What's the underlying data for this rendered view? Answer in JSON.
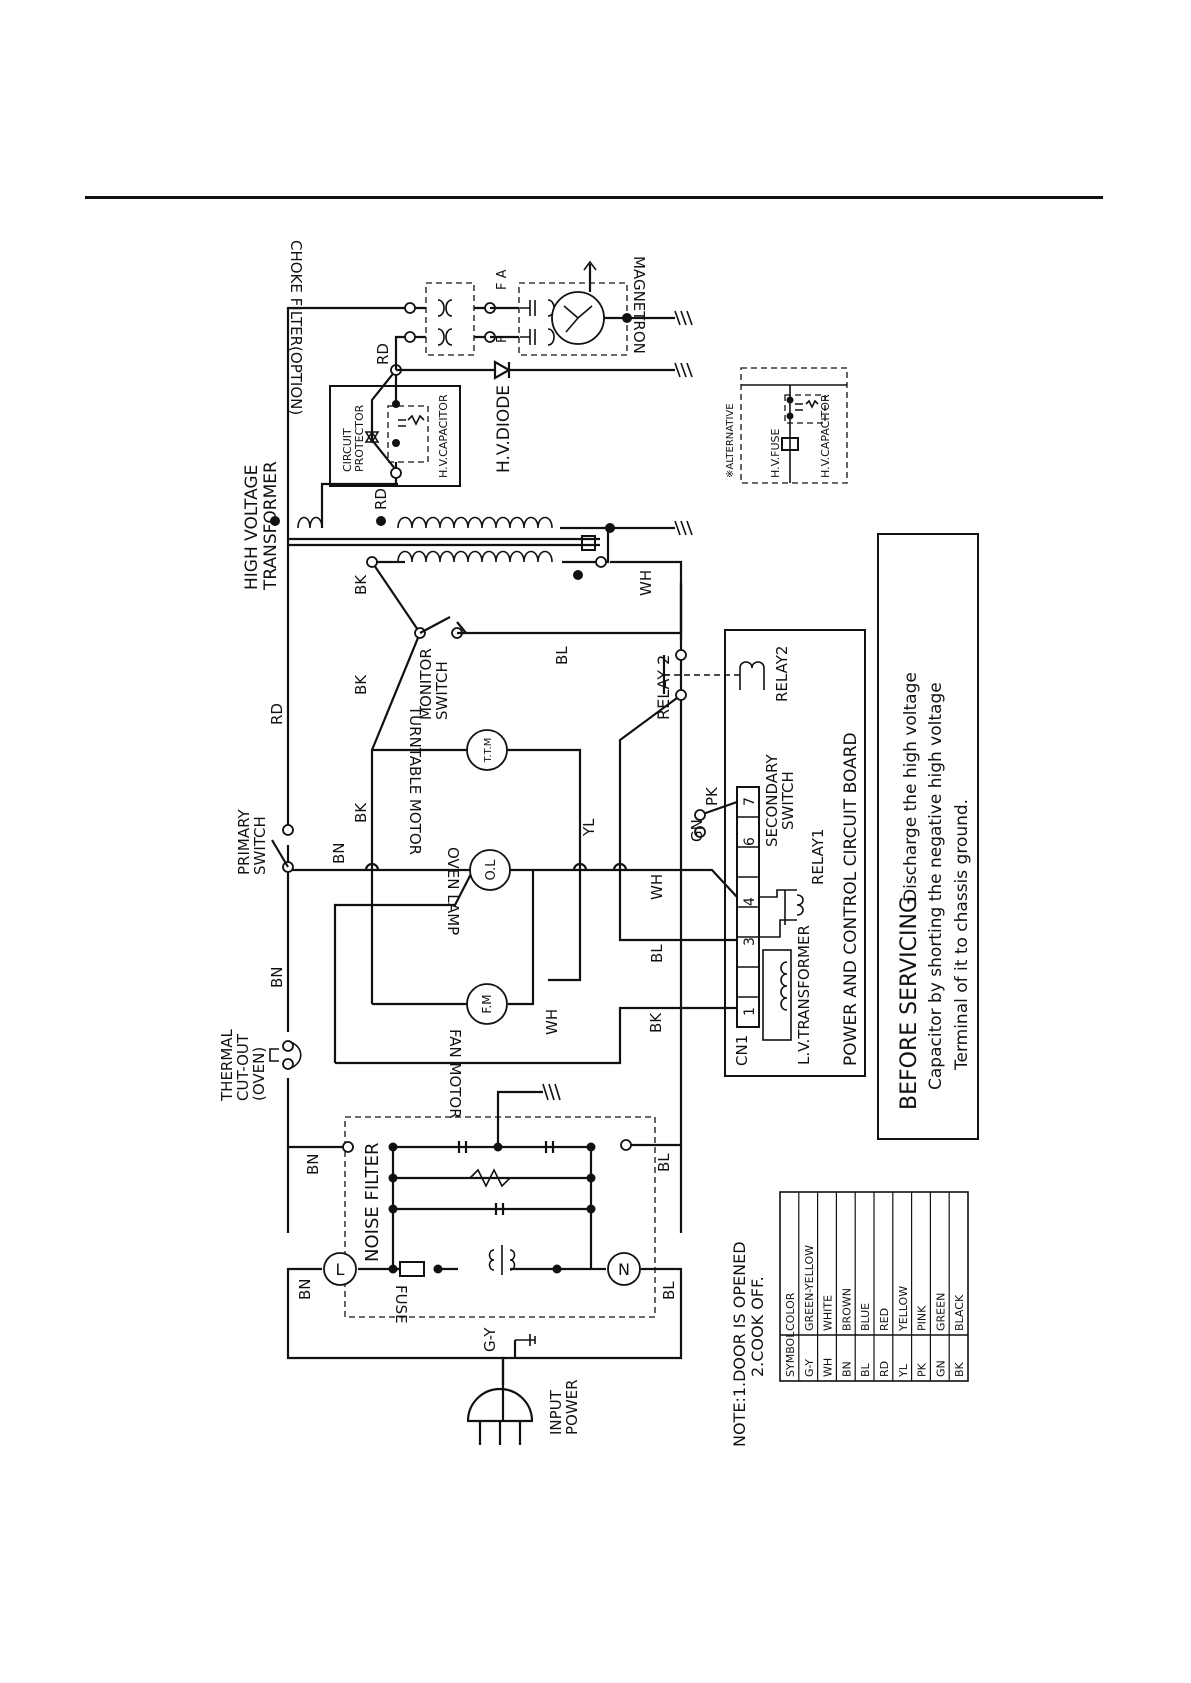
{
  "labels": {
    "high_voltage_transformer_1": "HIGH VOLTAGE",
    "high_voltage_transformer_2": "TRANSFORMER",
    "primary_switch_1": "PRIMARY",
    "primary_switch_2": "SWITCH",
    "thermal_1": "THERMAL",
    "thermal_2": "CUT-OUT",
    "thermal_3": "(OVEN)",
    "monitor_switch_1": "MONITOR",
    "monitor_switch_2": "SWITCH",
    "turntable_motor": "TURNTABLE MOTOR",
    "oven_lamp": "OVEN LAMP",
    "fan_motor": "FAN MOTOR",
    "noise_filter": "NOISE FILTER",
    "fuse": "FUSE",
    "input_power_1": "INPUT",
    "input_power_2": "POWER",
    "magnetron": "MAGNETRON",
    "choke_filter": "CHOKE FILTER(OPTION)",
    "hv_diode": "H.V.DIODE",
    "circuit_protector_1": "CIRCUIT",
    "circuit_protector_2": "PROTECTOR",
    "hv_capacitor": "H.V.CAPACITOR",
    "alternative": "※ALTERNATIVE",
    "hv_fuse": "H.V.FUSE",
    "hv_capacitor_alt": "H.V.CAPACITOR",
    "relay2_contact": "RELAY 2",
    "relay2_coil": "RELAY2",
    "relay1": "RELAY1",
    "secondary_switch_1": "SECONDARY",
    "secondary_switch_2": "SWITCH",
    "lv_transformer": "L.V.TRANSFORMER",
    "cn1": "CN1",
    "board_title": "POWER AND CONTROL CIRCUIT BOARD",
    "tt_motor_symbol": "T.T.M",
    "oven_lamp_symbol": "O.L",
    "fan_motor_symbol": "F.M",
    "line_terminal": "L",
    "neutral_terminal": "N",
    "filament_f": "F",
    "filament_fa": "F A"
  },
  "pins": [
    "1",
    "3",
    "4",
    "6",
    "7"
  ],
  "wire_labels": {
    "rd_top": "RD",
    "rd_choke": "RD",
    "rd_cap": "RD",
    "bk_1": "BK",
    "bk_2": "BK",
    "bk_3": "BK",
    "bk_4": "BK",
    "bn_1": "BN",
    "bn_2": "BN",
    "bn_3": "BN",
    "bn_4": "BN",
    "bl_1": "BL",
    "bl_2": "BL",
    "bl_3": "BL",
    "bl_4": "BL",
    "wh_1": "WH",
    "wh_2": "WH",
    "wh_3": "WH",
    "yl_1": "YL",
    "gn_1": "GN",
    "pk_1": "PK",
    "gy_1": "G-Y"
  },
  "warning": {
    "heading": "BEFORE SERVICING",
    "line1": "Discharge the high voltage",
    "line2": "Capacitor by shorting the negative high voltage",
    "line3": "Terminal of it to chassis ground."
  },
  "note": {
    "line1": "NOTE:1.DOOR IS OPENED",
    "line2": "2.COOK OFF."
  },
  "color_table": {
    "headers": [
      "SYMBOL",
      "COLOR"
    ],
    "rows": [
      [
        "G-Y",
        "GREEN-YELLOW"
      ],
      [
        "WH",
        "WHITE"
      ],
      [
        "BN",
        "BROWN"
      ],
      [
        "BL",
        "BLUE"
      ],
      [
        "RD",
        "RED"
      ],
      [
        "YL",
        "YELLOW"
      ],
      [
        "PK",
        "PINK"
      ],
      [
        "GN",
        "GREEN"
      ],
      [
        "BK",
        "BLACK"
      ]
    ]
  }
}
